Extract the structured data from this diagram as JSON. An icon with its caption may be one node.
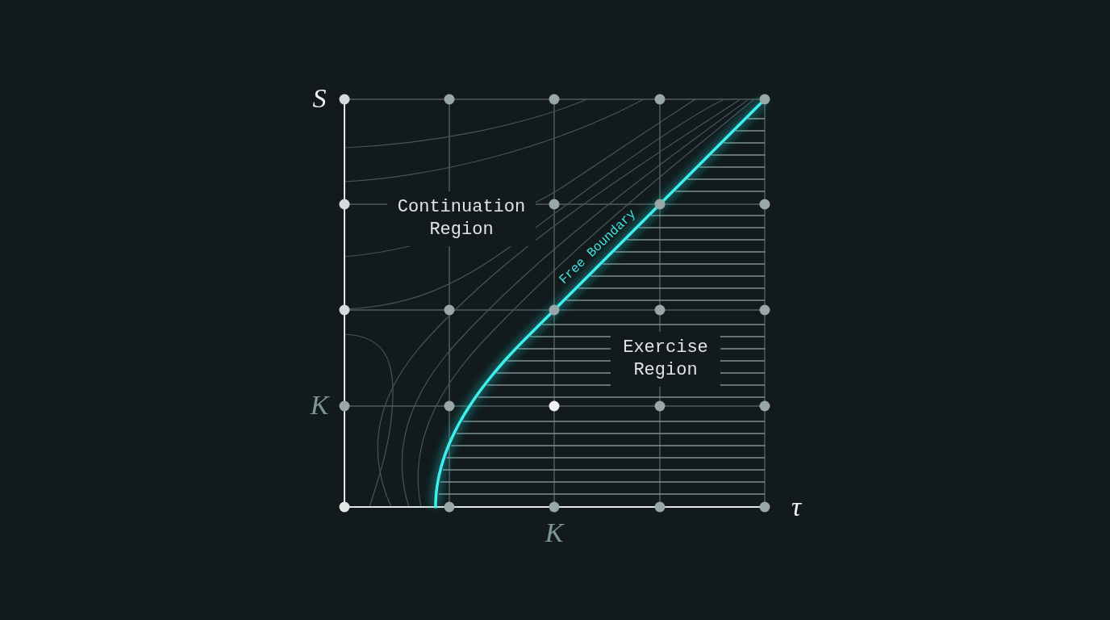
{
  "diagram": {
    "labels": [
      "S",
      "Continuation Region",
      "Free Boundary",
      "Exercise Region",
      "K",
      "τ",
      "K"
    ]
  }
}
